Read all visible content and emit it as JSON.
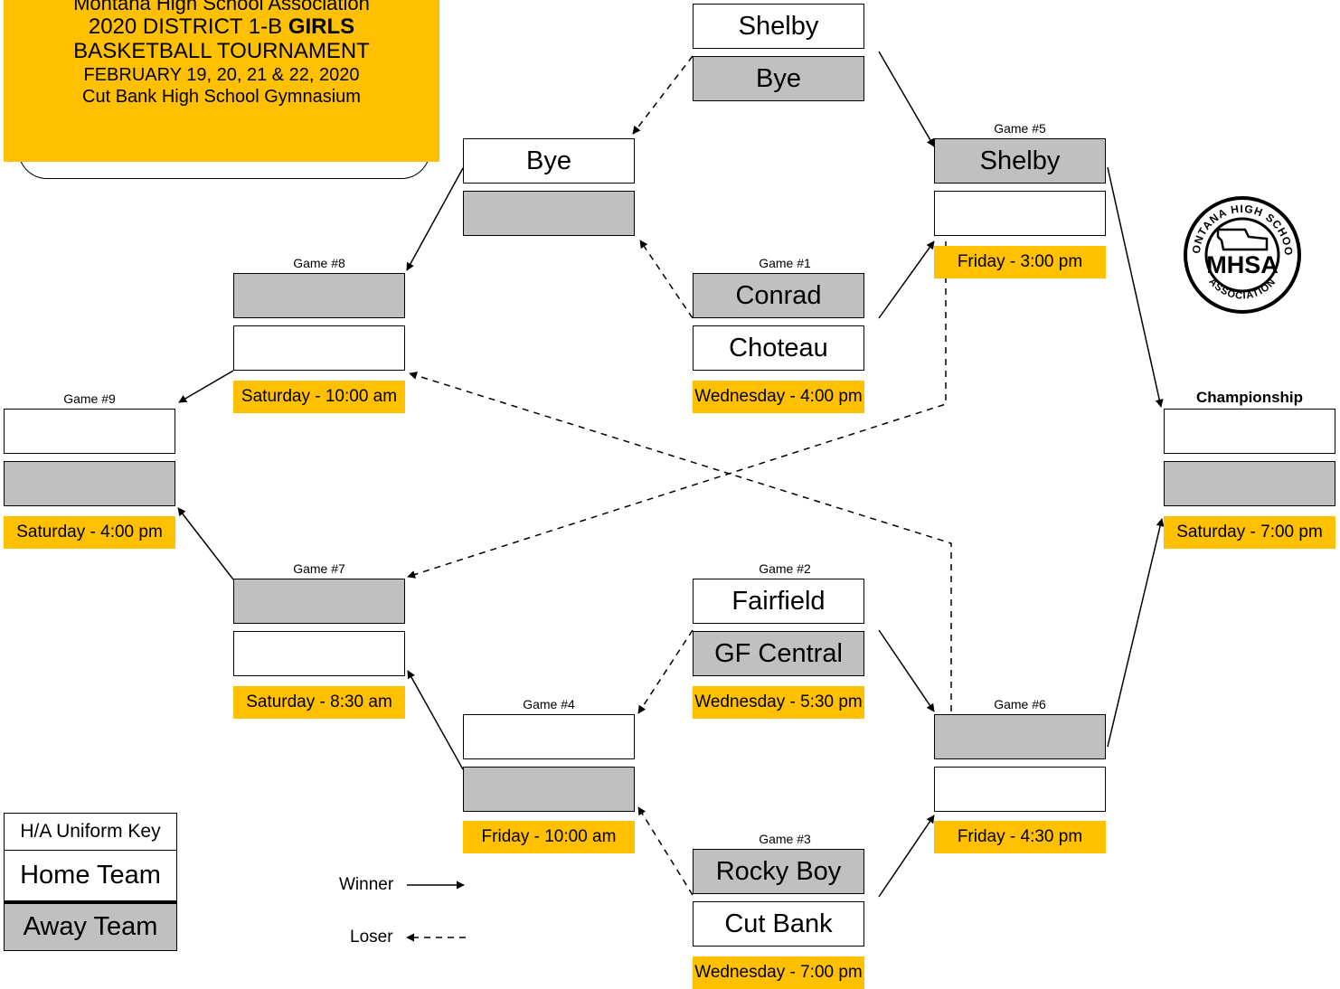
{
  "header": {
    "line1": "Montana High School Association",
    "line2_prefix": "2020   DISTRICT  1-B ",
    "line2_bold": "GIRLS",
    "line3": "BASKETBALL TOURNAMENT",
    "line4": "FEBRUARY  19, 20, 21 & 22, 2020",
    "line5": "Cut Bank High School Gymnasium"
  },
  "seed_top": {
    "home": "Shelby",
    "away": "Bye"
  },
  "bye_slot": {
    "home": "Bye",
    "away": ""
  },
  "games": {
    "g1": {
      "label": "Game #1",
      "away": "Conrad",
      "home": "Choteau",
      "time": "Wednesday - 4:00 pm"
    },
    "g2": {
      "label": "Game #2",
      "home": "Fairfield",
      "away": "GF Central",
      "time": "Wednesday - 5:30 pm"
    },
    "g3": {
      "label": "Game #3",
      "away": "Rocky Boy",
      "home": "Cut Bank",
      "time": "Wednesday - 7:00 pm"
    },
    "g4": {
      "label": "Game #4",
      "home": "",
      "away": "",
      "time": "Friday - 10:00 am"
    },
    "g5": {
      "label": "Game #5",
      "away": "Shelby",
      "home": "",
      "time": "Friday - 3:00 pm"
    },
    "g6": {
      "label": "Game #6",
      "away": "",
      "home": "",
      "time": "Friday - 4:30 pm"
    },
    "g7": {
      "label": "Game #7",
      "away": "",
      "home": "",
      "time": "Saturday - 8:30 am"
    },
    "g8": {
      "label": "Game #8",
      "away": "",
      "home": "",
      "time": "Saturday - 10:00 am"
    },
    "g9": {
      "label": "Game #9",
      "home": "",
      "away": "",
      "time": "Saturday - 4:00 pm"
    },
    "champ": {
      "label": "Championship",
      "home": "",
      "away": "",
      "time": "Saturday - 7:00 pm"
    }
  },
  "key": {
    "title": "H/A Uniform Key",
    "home": "Home Team",
    "away": "Away Team"
  },
  "legend": {
    "winner": "Winner",
    "loser": "Loser"
  },
  "logo": {
    "top_text": "MONTANA HIGH SCHOOL",
    "center": "MHSA",
    "bottom_text": "ASSOCIATION"
  },
  "colors": {
    "accent": "#ffc000",
    "away_fill": "#c0c0c0",
    "home_fill": "#ffffff"
  }
}
